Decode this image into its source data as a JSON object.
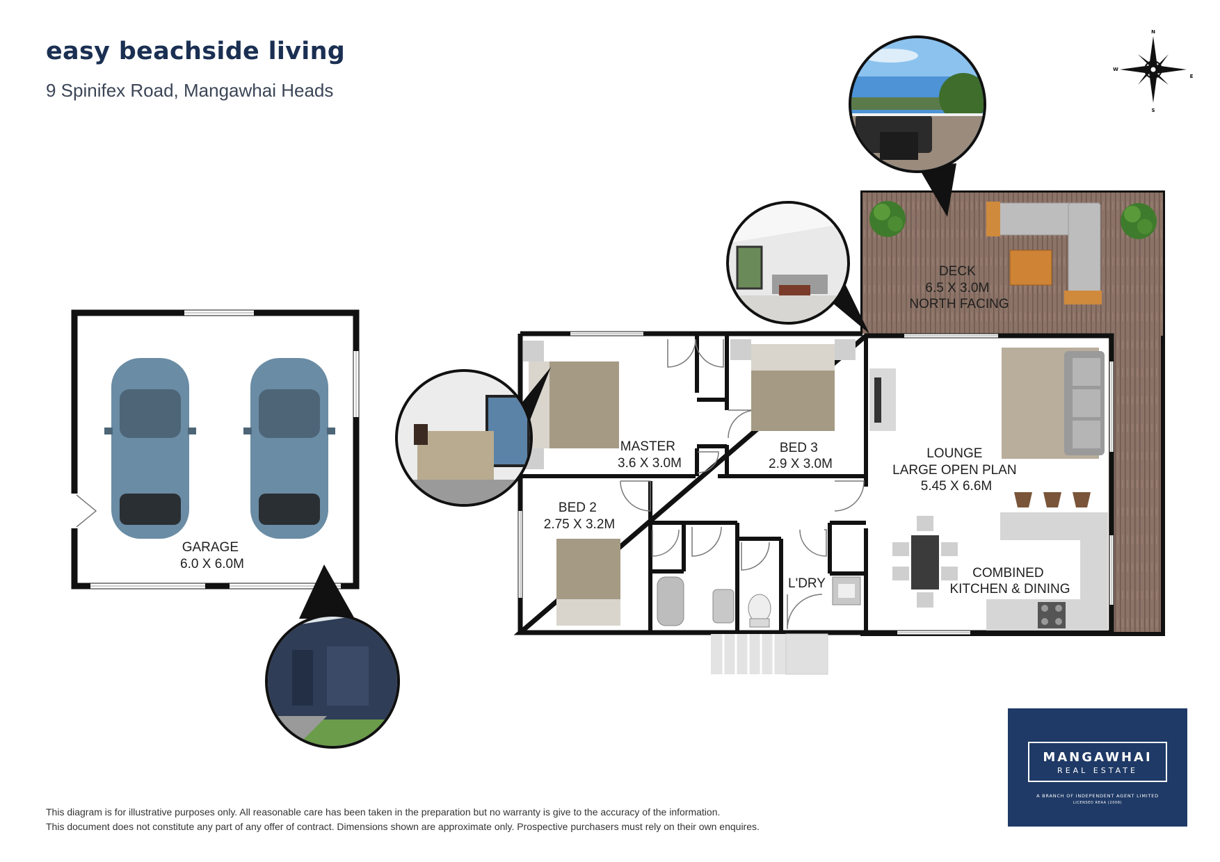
{
  "header": {
    "title": "easy beachside living",
    "address": "9 Spinifex Road, Mangawhai Heads"
  },
  "compass": {
    "icon": "compass-rose-icon",
    "north": "N",
    "south": "S",
    "east": "E",
    "west": "W"
  },
  "rooms": {
    "garage": {
      "name": "GARAGE",
      "size": "6.0 X 6.0M"
    },
    "master": {
      "name": "MASTER",
      "size": "3.6 X 3.0M"
    },
    "bed3": {
      "name": "BED 3",
      "size": "2.9 X 3.0M"
    },
    "bed2": {
      "name": "BED 2",
      "size": "2.75 X 3.2M"
    },
    "lounge": {
      "name": "LOUNGE",
      "line2": "LARGE OPEN PLAN",
      "size": "5.45 X 6.6M"
    },
    "deck": {
      "name": "DECK",
      "size": "6.5 X 3.0M",
      "line3": "NORTH FACING"
    },
    "laundry": {
      "name": "L'DRY"
    },
    "kitchen": {
      "name": "COMBINED",
      "line2": "KITCHEN & DINING"
    }
  },
  "photos": [
    {
      "name": "deck-photo",
      "icon": "outdoor-deck-photo"
    },
    {
      "name": "lounge-photo",
      "icon": "living-room-photo"
    },
    {
      "name": "master-bedroom-photo",
      "icon": "bedroom-photo"
    },
    {
      "name": "garage-photo",
      "icon": "garage-exterior-photo"
    }
  ],
  "colors": {
    "brand_navy": "#1f3a66",
    "wall": "#111111",
    "deck_wood": "#8a6f62",
    "floor": "#ffffff"
  },
  "disclaimer": {
    "line1": "This diagram is for illustrative purposes only. All reasonable care has been taken in the preparation but no warranty is give to the accuracy of the information.",
    "line2": "This document does not constitute any part of any offer of contract. Dimensions shown are approximate only. Prospective purchasers must rely on their own enquires."
  },
  "logo": {
    "line1": "MANGAWHAI",
    "line2": "REAL ESTATE",
    "small1": "A BRANCH OF INDEPENDENT AGENT LIMITED",
    "small2": "LICENSED REAA (2008)"
  }
}
